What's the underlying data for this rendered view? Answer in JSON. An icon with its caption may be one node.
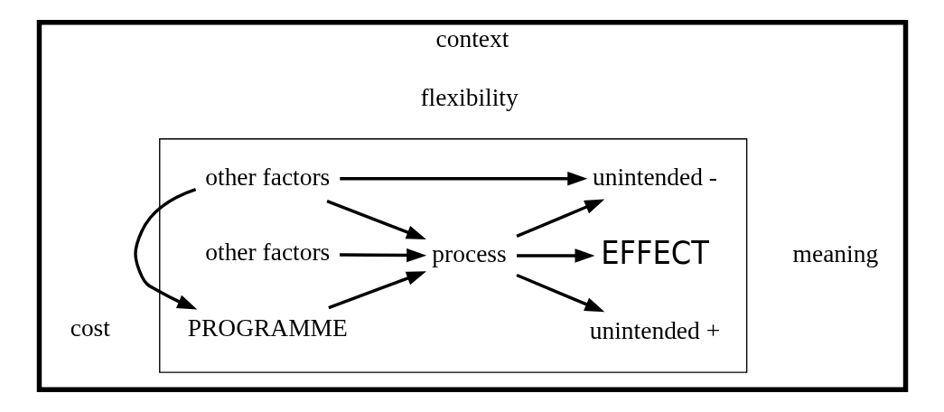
{
  "diagram": {
    "nodes": [
      {
        "text": [
          "context",
          "cost",
          "meaning",
          "flexibility"
        ]
      },
      {
        "text": [],
        "shape": "box",
        "in": 0
      },
      {
        "text": [
          "other factors"
        ],
        "in": 1
      },
      {
        "text": [
          "PROGRAMME"
        ],
        "in": 1
      },
      {
        "text": [
          "process"
        ],
        "in": 1
      },
      {
        "text": [
          "unintended +"
        ],
        "in": 1
      },
      {
        "text": [
          "EFFECT"
        ],
        "in": 1
      },
      {
        "text": [
          "unintended -"
        ],
        "in": 1
      },
      {
        "text": [
          "other factors"
        ],
        "in": 1
      }
    ],
    "edges": [
      {
        "from": 2,
        "to": 4,
        "arrow": "to"
      },
      {
        "from": 3,
        "to": 4,
        "arrow": "to"
      },
      {
        "from": 4,
        "to": 5,
        "arrow": "to"
      },
      {
        "from": 4,
        "to": 6,
        "arrow": "to"
      },
      {
        "from": 4,
        "to": 7,
        "arrow": "to"
      },
      {
        "from": 8,
        "to": 3,
        "arrow": "to"
      },
      {
        "from": 8,
        "to": 4,
        "arrow": "to"
      },
      {
        "from": 8,
        "to": 7,
        "arrow": "to"
      }
    ]
  }
}
